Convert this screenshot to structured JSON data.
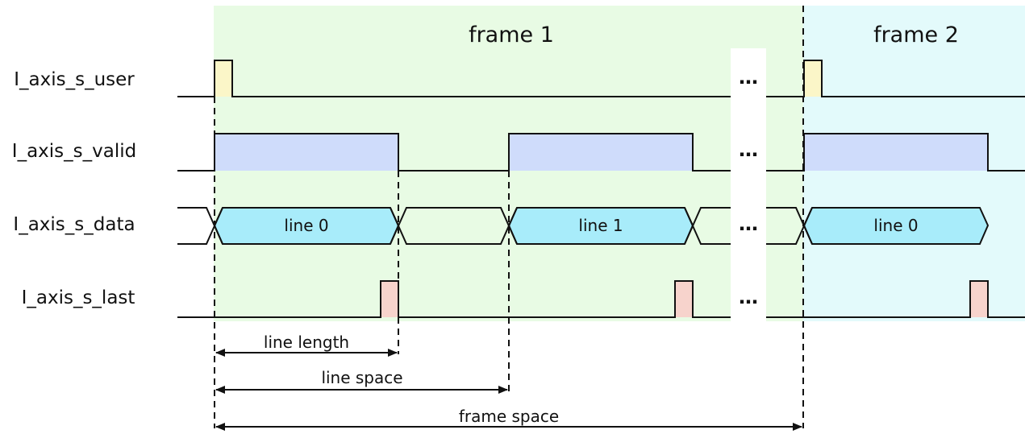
{
  "frames": [
    {
      "title": "frame 1",
      "color": "#e8fbe4"
    },
    {
      "title": "frame 2",
      "color": "#e3fafb"
    }
  ],
  "signals": [
    {
      "name": "I_axis_s_user"
    },
    {
      "name": "I_axis_s_valid"
    },
    {
      "name": "I_axis_s_data"
    },
    {
      "name": "I_axis_s_last"
    }
  ],
  "data_segments": [
    {
      "label": "line 0"
    },
    {
      "label": "line 1"
    },
    {
      "label": "line 0"
    }
  ],
  "ellipsis": "…",
  "dimensions": [
    {
      "label": "line length"
    },
    {
      "label": "line space"
    },
    {
      "label": "frame space"
    }
  ],
  "colors": {
    "user_pulse": "#fbf6c8",
    "valid_fill": "#cfdcfb",
    "data_fill": "#a8ecfa",
    "last_pulse": "#f7d3cc",
    "line": "#111111"
  }
}
